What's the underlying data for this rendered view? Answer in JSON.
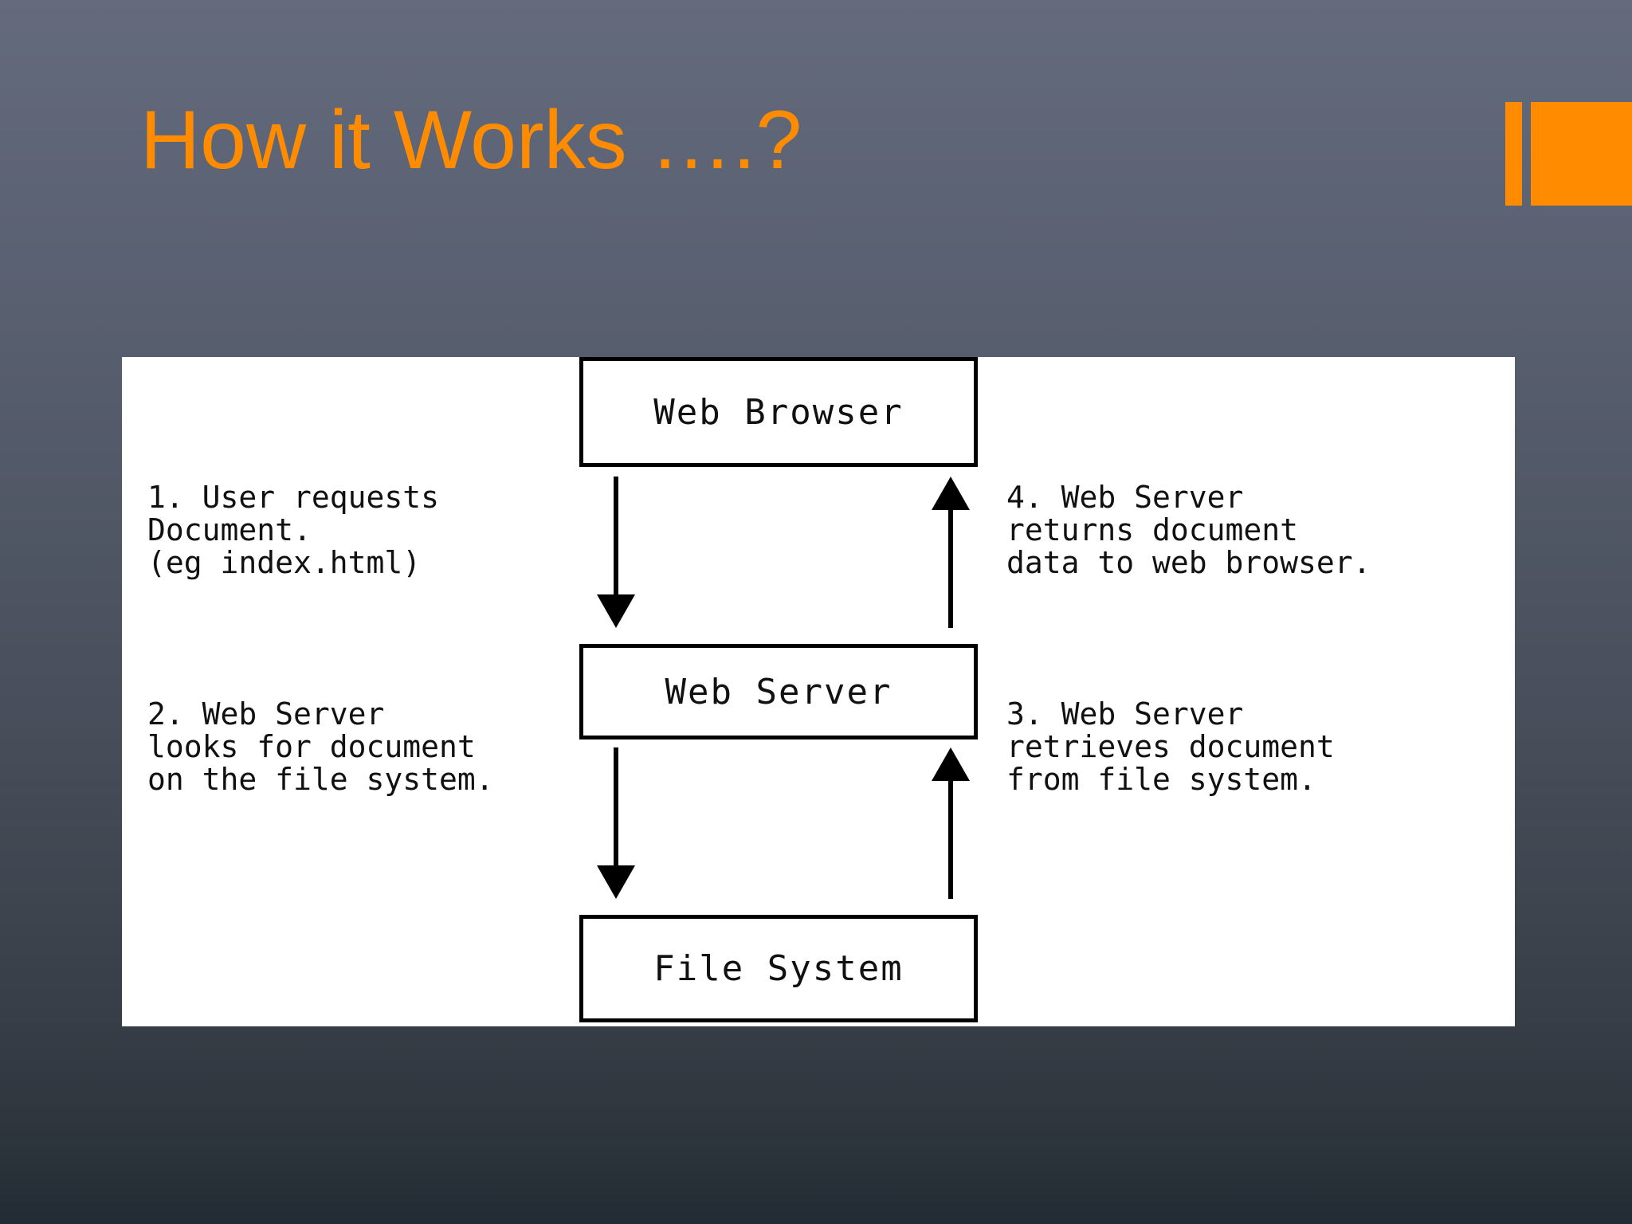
{
  "slide": {
    "title": "How it Works ….?",
    "background_top_color": "#646b7c",
    "background_bottom_color": "#222b33",
    "accent_color": "#ff8c00"
  },
  "decoration": {
    "bar_label": "orange-accent-bar",
    "block_label": "orange-accent-block"
  },
  "diagram": {
    "panel_background": "#ffffff",
    "nodes": [
      {
        "id": "web-browser",
        "label": "Web Browser"
      },
      {
        "id": "web-server",
        "label": "Web Server"
      },
      {
        "id": "file-system",
        "label": "File System"
      }
    ],
    "captions": [
      {
        "id": "step-1",
        "number": "1.",
        "text": "1. User requests\nDocument.\n(eg index.html)",
        "lines": [
          "1. User requests",
          "Document.",
          "(eg index.html)"
        ]
      },
      {
        "id": "step-4",
        "number": "4.",
        "text": "4. Web Server\nreturns document\ndata to web browser.",
        "lines": [
          "4. Web Server",
          "returns document",
          "data to web browser."
        ]
      },
      {
        "id": "step-2",
        "number": "2.",
        "text": "2. Web Server\nlooks for document\non the file system.",
        "lines": [
          "2. Web Server",
          "looks for document",
          "on the file system."
        ]
      },
      {
        "id": "step-3",
        "number": "3.",
        "text": "3. Web Server\nretrieves document\nfrom file system.",
        "lines": [
          "3. Web Server",
          "retrieves document",
          "from file system."
        ]
      }
    ],
    "arrows": [
      {
        "id": "browser-to-server-down",
        "direction": "down"
      },
      {
        "id": "server-to-browser-up",
        "direction": "up"
      },
      {
        "id": "server-to-filesystem-down",
        "direction": "down"
      },
      {
        "id": "filesystem-to-server-up",
        "direction": "up"
      }
    ]
  }
}
